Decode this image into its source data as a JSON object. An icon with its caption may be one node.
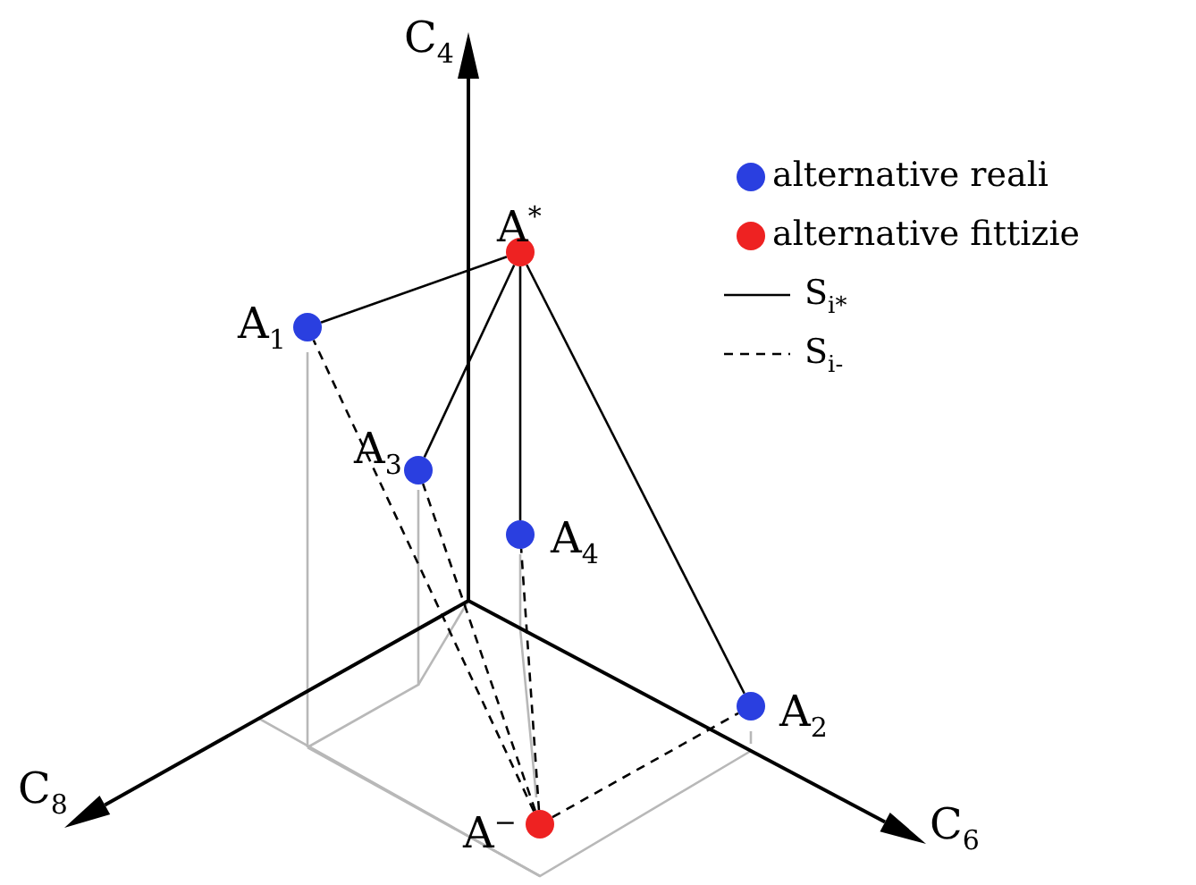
{
  "diagram": {
    "nodes": [
      {
        "text": [],
        "shape": "circle",
        "beside": [
          "A$^{*}$"
        ]
      },
      {
        "text": [],
        "shape": "circle",
        "beside": [
          "A$_{1}$"
        ]
      },
      {
        "text": [],
        "shape": "circle",
        "beside": [
          "A$_{3}$"
        ]
      },
      {
        "text": [],
        "shape": "circle",
        "beside": [
          "A$_{4}$"
        ]
      },
      {
        "text": [],
        "shape": "circle",
        "beside": [
          "A$_{2}$"
        ]
      },
      {
        "text": [],
        "shape": "circle",
        "beside": [
          "A$^{−}$"
        ]
      }
    ],
    "edges": [
      {
        "from": 0,
        "to": 1,
        "arrow": "none"
      },
      {
        "from": 0,
        "to": 2,
        "arrow": "none"
      },
      {
        "from": 0,
        "to": 3,
        "arrow": "none"
      },
      {
        "from": 0,
        "to": 4,
        "arrow": "none"
      },
      {
        "from": 5,
        "to": 1,
        "arrow": "none",
        "style": "dashed"
      },
      {
        "from": 5,
        "to": 2,
        "arrow": "none",
        "style": "dashed"
      },
      {
        "from": 5,
        "to": 3,
        "arrow": "none",
        "style": "dashed"
      },
      {
        "from": 5,
        "to": 4,
        "arrow": "none",
        "style": "dashed"
      }
    ],
    "labels": [
      "C$_{4}$",
      "C$_{8}$",
      "C$_{6}$"
    ],
    "legend": [
      {
        "text": "alternative reali",
        "color": "#2a3fe0"
      },
      {
        "text": "alternative fittizie",
        "color": "#ee2222"
      },
      {
        "text": "S$_{i*}$"
      },
      {
        "text": "S$_{i-}$"
      }
    ]
  }
}
